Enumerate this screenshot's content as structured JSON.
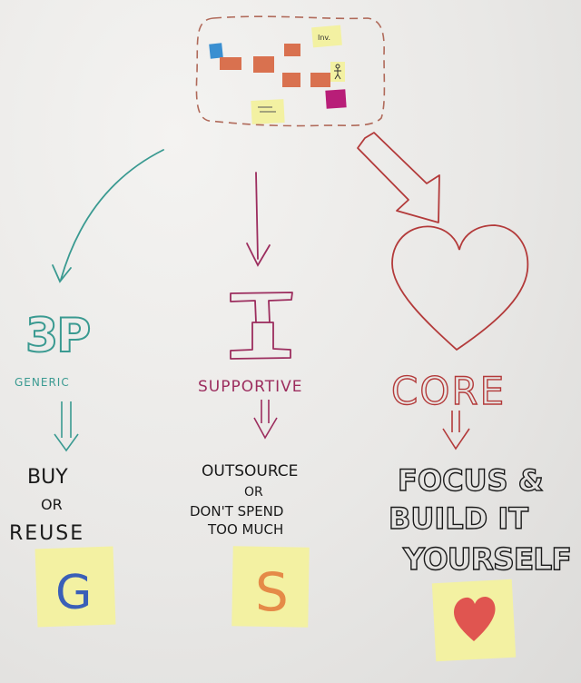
{
  "colors": {
    "paper": "#ecebe9",
    "teal": "#3a9a91",
    "purple": "#9c2d5e",
    "red": "#b33a3a",
    "black": "#1a1a1a",
    "sticky_yellow": "#f3f1a2",
    "sticky_orange": "#d9714f",
    "sticky_pink": "#b81e78",
    "sticky_blue": "#3a8fd1",
    "g_blue": "#3a5fb8",
    "s_orange": "#e58a48",
    "heart_red": "#e05550"
  },
  "cluster": {
    "notes": [
      "Inv.",
      "="
    ],
    "stick_figure": "stick-figure"
  },
  "branches": {
    "generic": {
      "title": "3P",
      "subtitle": "GENERIC",
      "action_line1": "BUY",
      "action_line2": "OR",
      "action_line3": "REUSE",
      "sticky_letter": "G"
    },
    "supportive": {
      "subtitle": "SUPPORTIVE",
      "action_line1": "OUTSOURCE",
      "action_line2": "OR",
      "action_line3": "DON'T SPEND",
      "action_line4": "TOO MUCH",
      "sticky_letter": "S"
    },
    "core": {
      "subtitle": "CORE",
      "action_line1": "FOCUS &",
      "action_line2": "BUILD IT",
      "action_line3": "YOURSELF",
      "sticky_icon": "heart-icon"
    }
  }
}
